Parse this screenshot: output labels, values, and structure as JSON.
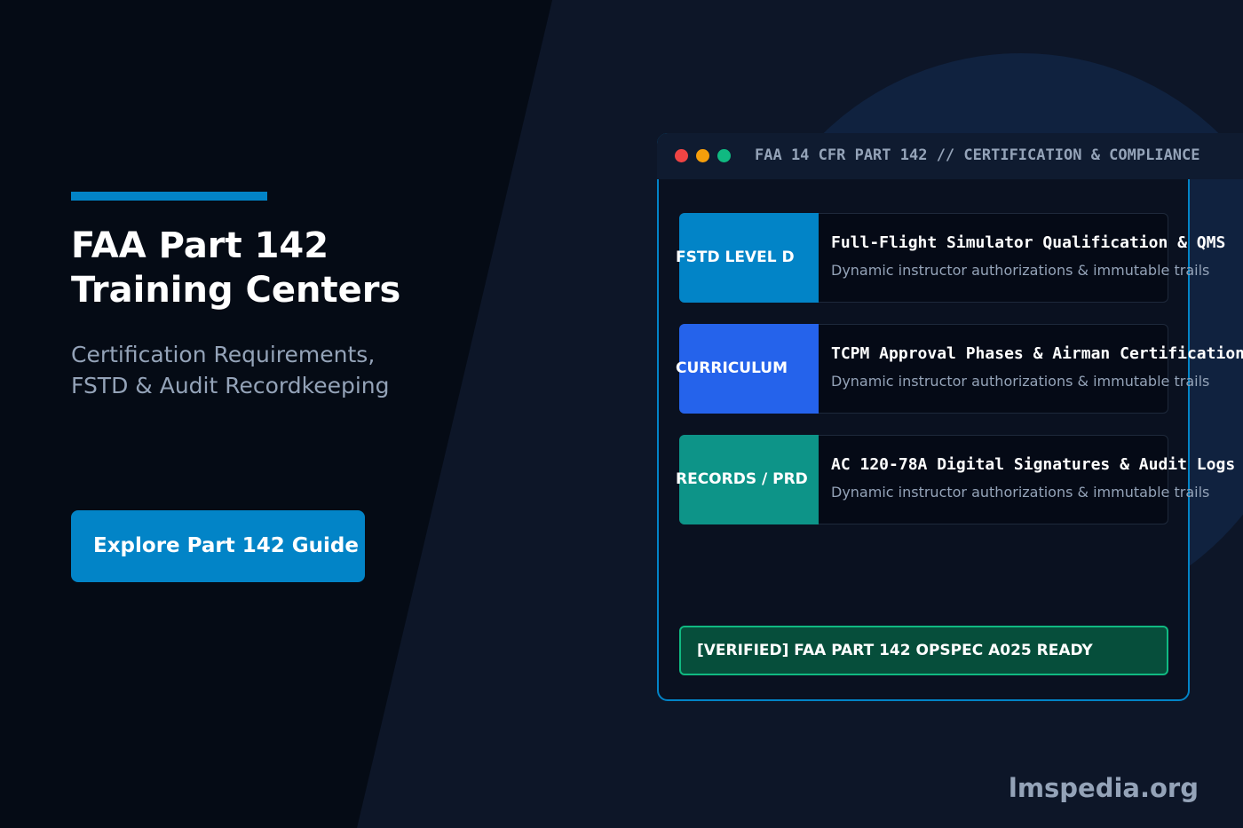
{
  "theme": {
    "accent": "#0284c7",
    "background": "#0d1628",
    "dark_panel": "#050a16",
    "muted_text": "#94a3b8"
  },
  "hero": {
    "title_lines": [
      "FAA Part 142",
      "Training Centers"
    ],
    "subtitle_lines": [
      "Certification Requirements,",
      "FSTD & Audit Recordkeeping"
    ],
    "cta_label": "Explore Part 142 Guide"
  },
  "panel": {
    "title": "FAA 14 CFR PART 142 // CERTIFICATION & COMPLIANCE",
    "window_controls": [
      {
        "icon": "close-dot-icon",
        "color": "#ef4444"
      },
      {
        "icon": "minimize-dot-icon",
        "color": "#f59e0b"
      },
      {
        "icon": "maximize-dot-icon",
        "color": "#10b981"
      }
    ],
    "cards": [
      {
        "badge": "FSTD LEVEL D",
        "badge_color": "#0284c7",
        "title": "Full-Flight Simulator Qualification & QMS",
        "description": "Dynamic instructor authorizations & immutable trails"
      },
      {
        "badge": "CURRICULUM",
        "badge_color": "#2563eb",
        "title": "TCPM Approval Phases & Airman Certification",
        "description": "Dynamic instructor authorizations & immutable trails"
      },
      {
        "badge": "RECORDS / PRD",
        "badge_color": "#0d9488",
        "title": "AC 120-78A Digital Signatures & Audit Logs",
        "description": "Dynamic instructor authorizations & immutable trails"
      }
    ],
    "status_banner": "[VERIFIED] FAA PART 142 OPSPEC A025 READY",
    "status_color": "#10b981"
  },
  "brand": {
    "site": "lmspedia.org"
  }
}
